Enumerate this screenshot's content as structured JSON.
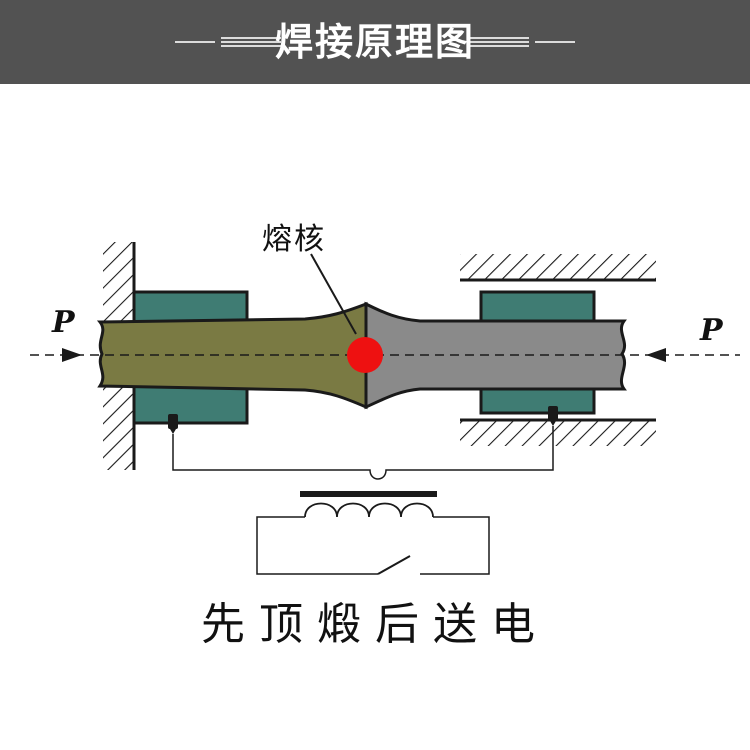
{
  "header": {
    "title": "焊接原理图"
  },
  "diagram": {
    "nugget_label": "熔核",
    "force_left_label": "P",
    "force_right_label": "P",
    "caption": "先顶煅后送电"
  },
  "colors": {
    "header_bg": "#525252",
    "left_rod": "#7a7a43",
    "right_rod": "#8a8a8a",
    "clamp": "#3f7c73",
    "nugget": "#ee1111",
    "outline": "#1a1a1a"
  }
}
